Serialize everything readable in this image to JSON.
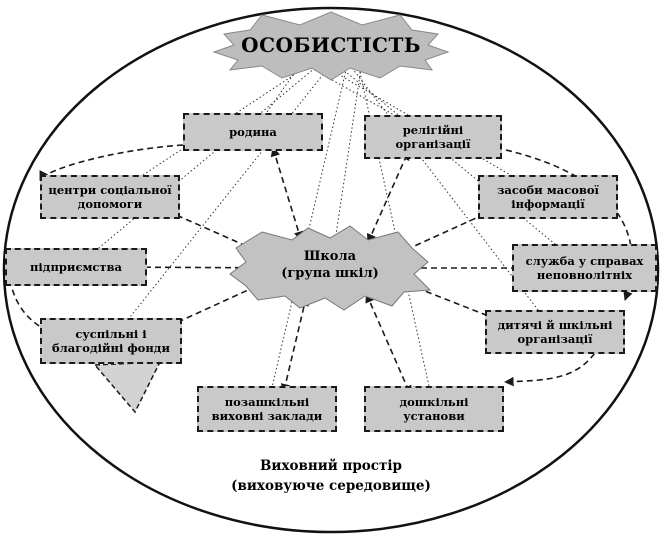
{
  "title": "ОСОБИСТІСТЬ",
  "center": "Школа\n(група шкіл)",
  "caption": "Виховний простір\n(виховуюче середовище)",
  "nodes": {
    "family": "родина",
    "religious": "релігійні\nорганізації",
    "social_centers": "центри соціальної\nдопомоги",
    "mass_media": "засоби масової\nінформації",
    "enterprises": "підприємства",
    "youth_service": "служба у справах\nнеповнолітніх",
    "public_funds": "суспільні і\nблагодійні фонди",
    "children_orgs": "дитячі й шкільні\nорганізації",
    "extracurricular": "позашкільні\nвиховні заклади",
    "preschool": "дошкільні\nустанови"
  },
  "colors": {
    "fill": "#c9c9c9",
    "stroke": "#1a1a1a"
  }
}
